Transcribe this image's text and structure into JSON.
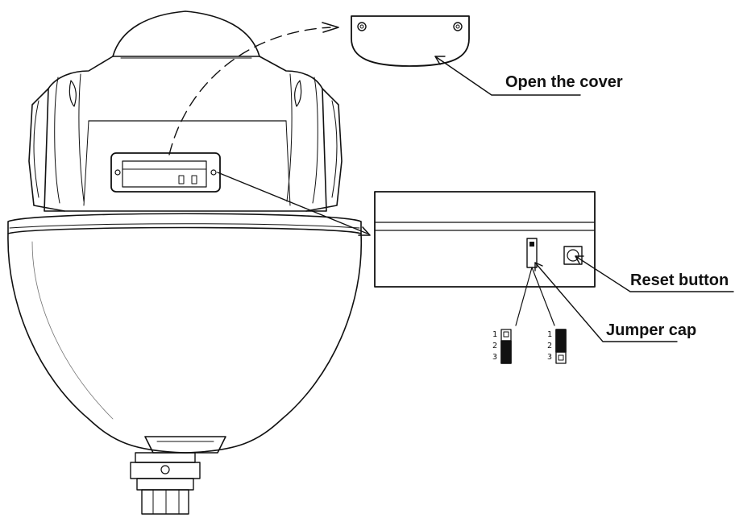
{
  "callouts": {
    "open_cover": "Open the cover",
    "reset_button": "Reset button",
    "jumper_cap": "Jumper cap"
  },
  "jumper_pins": {
    "left": [
      "1",
      "2",
      "3"
    ],
    "right": [
      "1",
      "2",
      "3"
    ]
  }
}
